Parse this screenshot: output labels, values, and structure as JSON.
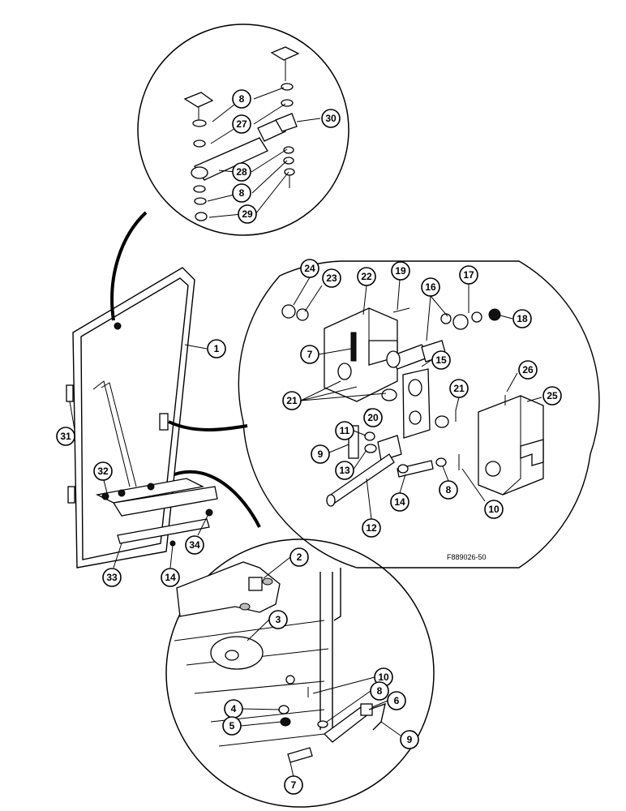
{
  "drawing_ref": "F889026-50",
  "callouts_upper": [
    "8",
    "27",
    "30",
    "28",
    "8",
    "29"
  ],
  "callouts_door": [
    "1",
    "31",
    "32",
    "33",
    "14",
    "34"
  ],
  "callouts_latch": [
    "24",
    "23",
    "22",
    "19",
    "16",
    "17",
    "18",
    "7",
    "15",
    "21",
    "21",
    "20",
    "26",
    "25",
    "11",
    "9",
    "13",
    "8",
    "10",
    "14",
    "12"
  ],
  "callouts_lower": [
    "2",
    "3",
    "10",
    "8",
    "6",
    "4",
    "5",
    "9",
    "7"
  ]
}
